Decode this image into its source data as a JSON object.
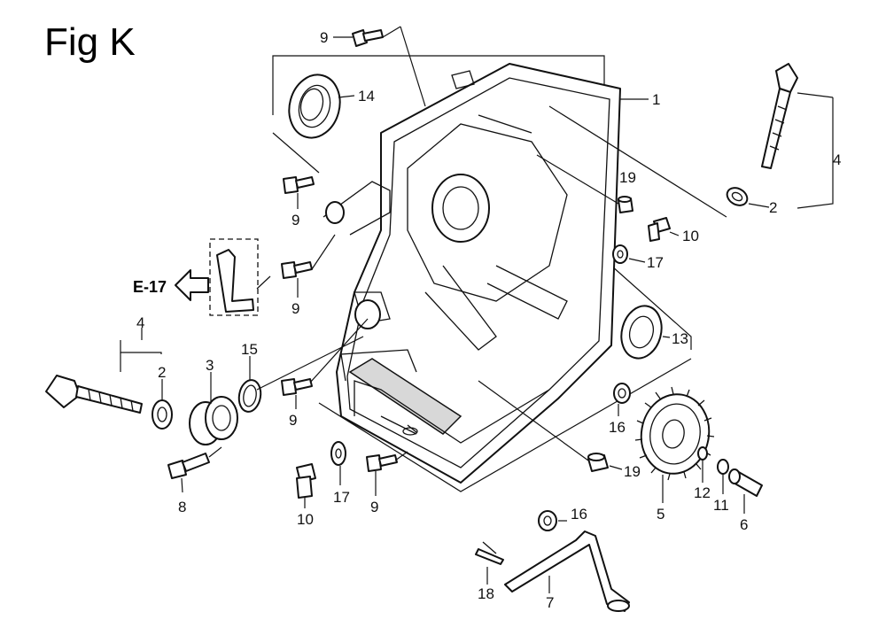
{
  "figure": {
    "title": "Fig K",
    "reference_label": "E-17"
  },
  "callouts": {
    "c1": "1",
    "c2_right": "2",
    "c2_left": "2",
    "c3": "3",
    "c4_right": "4",
    "c4_left": "4",
    "c5": "5",
    "c6": "6",
    "c7": "7",
    "c8": "8",
    "c9_top": "9",
    "c9_mid_upper": "9",
    "c9_mid_lower": "9",
    "c9_left_low": "9",
    "c9_bottom": "9",
    "c10_right": "10",
    "c10_bottom": "10",
    "c11": "11",
    "c12": "12",
    "c13": "13",
    "c14": "14",
    "c15": "15",
    "c16_right": "16",
    "c16_bottom": "16",
    "c17_right": "17",
    "c17_bottom": "17",
    "c18": "18",
    "c19_upper": "19",
    "c19_lower": "19"
  }
}
